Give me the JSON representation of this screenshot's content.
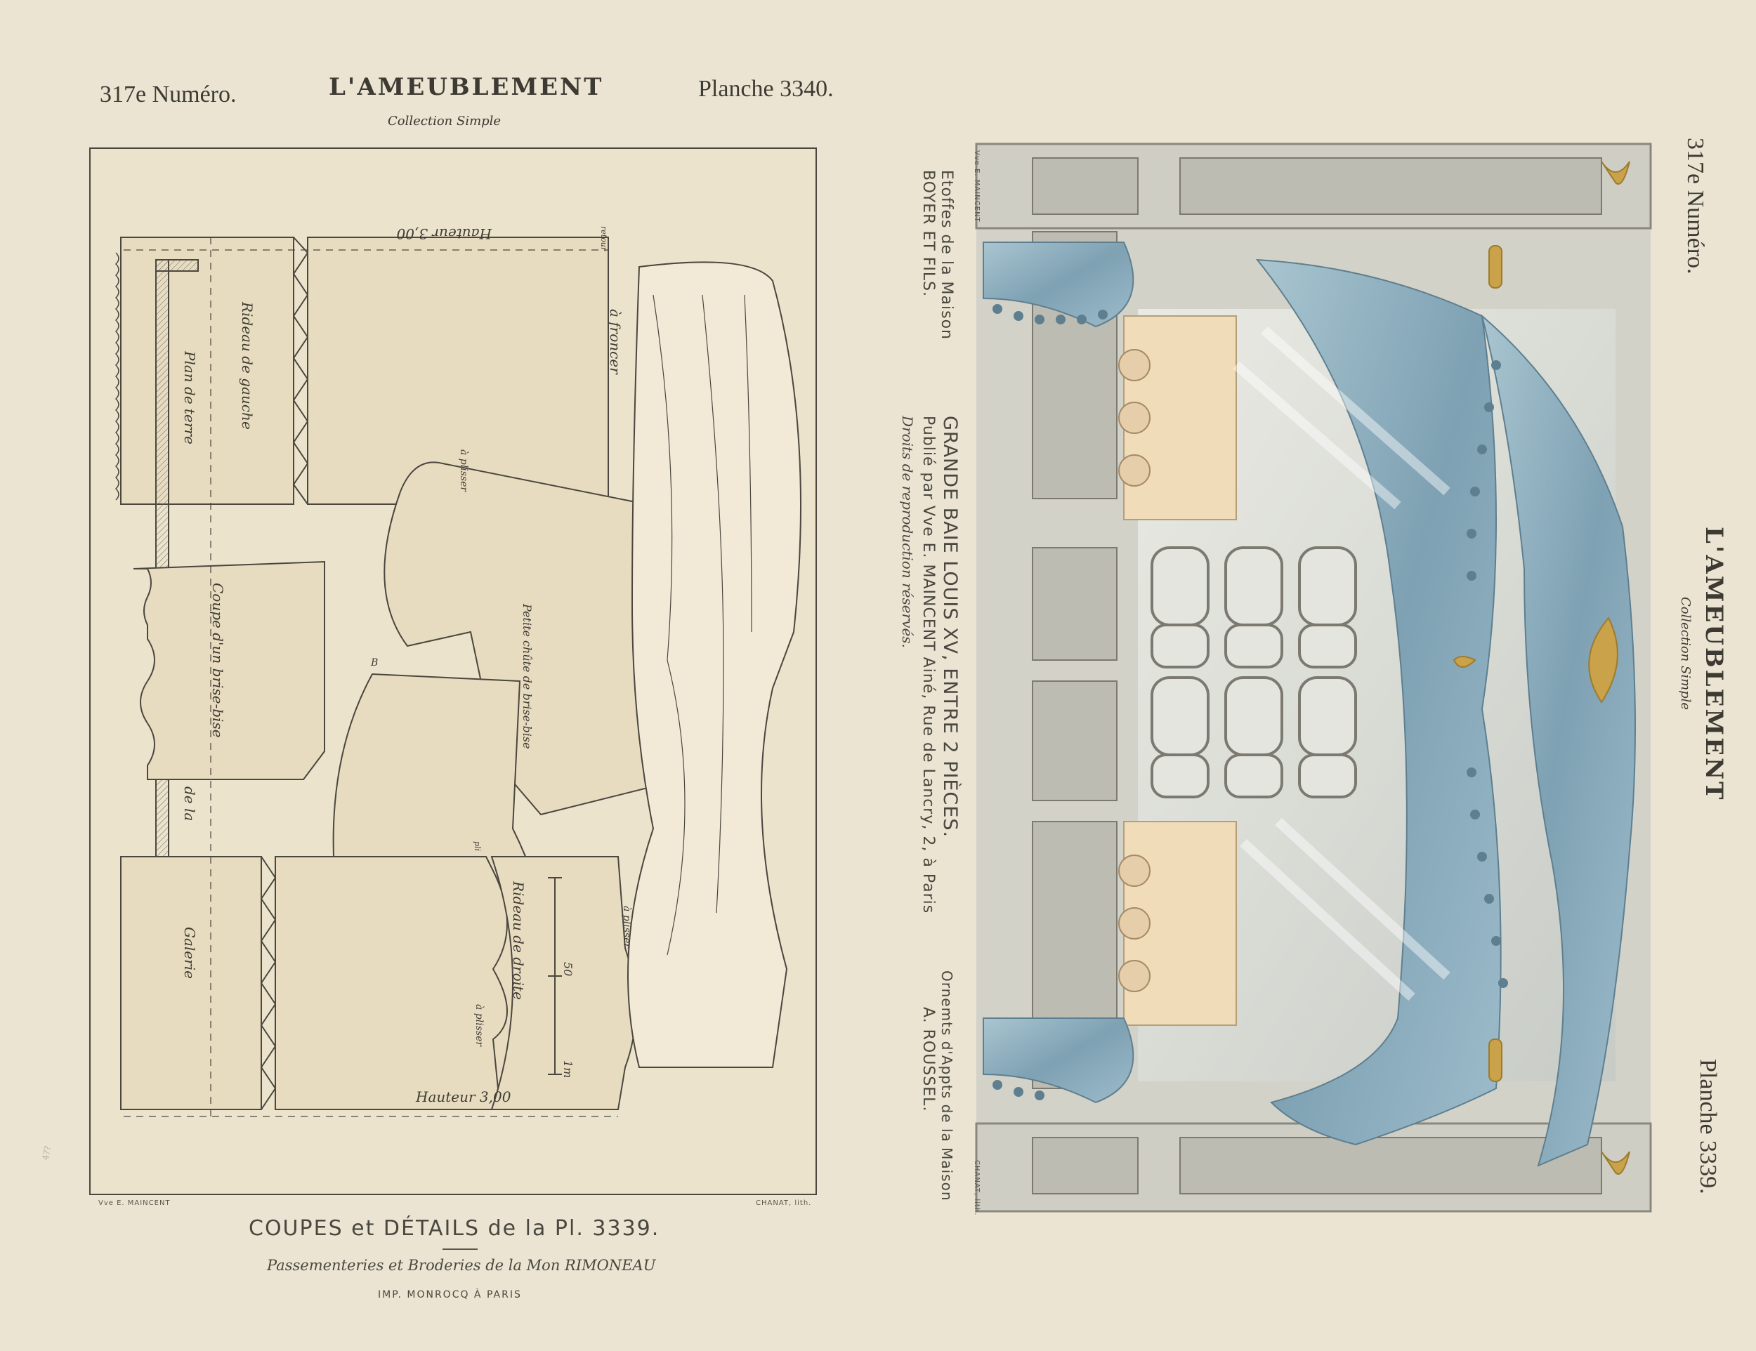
{
  "left_plate": {
    "number": "317e Numéro.",
    "title": "L'AMEUBLEMENT",
    "plate": "Planche 3340.",
    "collection": "Collection Simple",
    "caption_main": "COUPES et DÉTAILS de la Pl. 3339.",
    "caption_sub": "Passementeries et Broderies de la Mon RIMONEAU",
    "printer": "IMP. MONROCQ À PARIS",
    "credit_left": "Vve E. MAINCENT",
    "credit_right": "CHANAT, lith.",
    "labels": {
      "hauteur_top": "Hauteur 3,00",
      "froncer": "à froncer",
      "rideau_gauche": "Rideau de gauche",
      "plan_de_terre": "Plan de terre",
      "coupe": "Coupe d'un brise-bise",
      "de_la": "de la",
      "galerie": "Galerie",
      "plisser_top": "à plisser",
      "petite_chute": "Petite chûte de brise-bise",
      "rideau_droite": "Rideau de droite",
      "hauteur_bottom": "Hauteur 3,00",
      "plisser_mid": "à plisser",
      "plisser_right": "à plisser",
      "scale_50": "50",
      "scale_1m": "1m",
      "letter_b": "B",
      "retour": "retour",
      "pli": "pli"
    }
  },
  "right_plate": {
    "number": "317e Numéro.",
    "title": "L'AMEUBLEMENT",
    "collection": "Collection Simple",
    "plate": "Planche 3339.",
    "etoffes": "Etoffes de la Maison",
    "boyer": "BOYER ET FILS.",
    "grande_baie": "GRANDE BAIE LOUIS XV, ENTRE 2 PIÈCES.",
    "publie": "Publié par Vve E. MAINCENT Ainé, Rue de Lancry, 2, à Paris",
    "droits": "Droits de reproduction réservés.",
    "ornements": "Ornemts d'Appts de la Maison",
    "roussel": "A. ROUSSEL.",
    "tiny_top": "Vve E. MAINCENT",
    "tiny_bottom": "CHANAT, lith."
  },
  "pencil_note": "4??",
  "colors": {
    "paper": "#ebe4d2",
    "ink": "#3d3a33",
    "drape_blue": "#8fb0bf",
    "lace_cream": "#f0dcb9",
    "gold": "#c9a24a",
    "panel_grey": "#c9c8bf"
  }
}
